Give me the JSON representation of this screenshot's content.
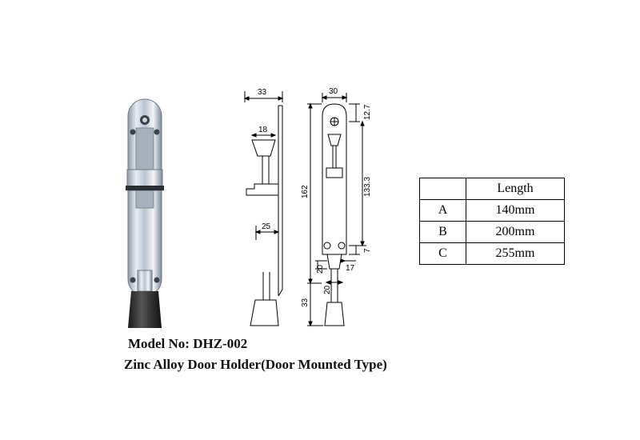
{
  "caption": {
    "model": "Model No: DHZ-002",
    "description": "Zinc Alloy Door Holder(Door Mounted Type)"
  },
  "drawing": {
    "side_view": {
      "top_width": "33",
      "cup_width": "18",
      "foot_width": "25"
    },
    "front_view": {
      "plate_width": "30",
      "top_offset": "12.7",
      "total_height": "162",
      "hole_spacing": "133.3",
      "bottom_offset": "7",
      "tab_width": "17",
      "tab_height": "20",
      "foot_width": "20",
      "foot_height": "33"
    }
  },
  "spec_table": {
    "header": [
      "",
      "Length"
    ],
    "rows": [
      [
        "A",
        "140mm"
      ],
      [
        "B",
        "200mm"
      ],
      [
        "C",
        "255mm"
      ]
    ]
  }
}
